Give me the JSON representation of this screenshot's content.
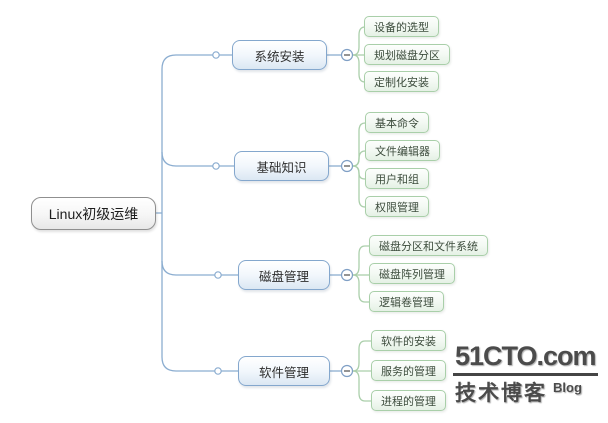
{
  "mindmap": {
    "root": {
      "label": "Linux初级运维"
    },
    "branches": [
      {
        "label": "系统安装",
        "children": [
          "设备的选型",
          "规划磁盘分区",
          "定制化安装"
        ]
      },
      {
        "label": "基础知识",
        "children": [
          "基本命令",
          "文件编辑器",
          "用户和组",
          "权限管理"
        ]
      },
      {
        "label": "磁盘管理",
        "children": [
          "磁盘分区和文件系统",
          "磁盘阵列管理",
          "逻辑卷管理"
        ]
      },
      {
        "label": "软件管理",
        "children": [
          "软件的安装",
          "服务的管理",
          "进程的管理"
        ]
      }
    ]
  },
  "watermark": {
    "site": "51CTO.com",
    "tagline": "技术博客",
    "blog": "Blog"
  },
  "colors": {
    "branch_accent": "#84a7cd",
    "branch_line": "#8badd0",
    "leaf_accent": "#a9cfa9",
    "root_border": "#8f8f8f",
    "watermark_gray": "#4b4b4b",
    "background": "#ffffff"
  }
}
